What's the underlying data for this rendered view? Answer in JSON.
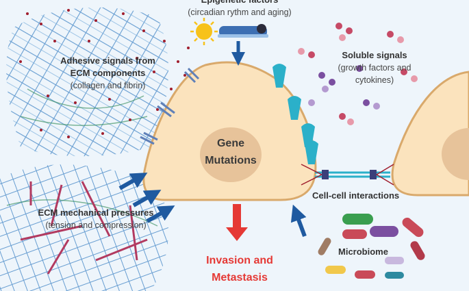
{
  "labels": {
    "epigenetic_title": "Epigenetic factors",
    "epigenetic_sub": "(circadian rythm and aging)",
    "adhesive_title_1": "Adhesive signals from",
    "adhesive_title_2": "ECM components",
    "adhesive_sub": "(collagen and fibrin)",
    "soluble_title": "Soluble signals",
    "soluble_sub_1": "(growth factors and",
    "soluble_sub_2": "cytokines)",
    "gene_1": "Gene",
    "gene_2": "Mutations",
    "cellcell": "Cell-cell interactions",
    "mech_title": "ECM mechanical pressures",
    "mech_sub": "(tension and compression)",
    "microbiome": "Microbiome",
    "outcome_1": "Invasion and",
    "outcome_2": "Metastasis"
  },
  "colors": {
    "background": "#eef5fb",
    "cell_fill": "#fbe3bd",
    "cell_border": "#d9a96b",
    "nucleus": "#e7c39a",
    "arrow_blue": "#1f5aa0",
    "arrow_red": "#e53935",
    "outcome_text": "#e53935",
    "ecm_mesh": "#3d83c4",
    "ecm_dots": "#a01e2e",
    "receptor": "#2bb0c9"
  },
  "icons": [
    "sun-icon",
    "sleeping-person-icon",
    "moon-icon",
    "receptor-icon",
    "bacteria-icon"
  ]
}
